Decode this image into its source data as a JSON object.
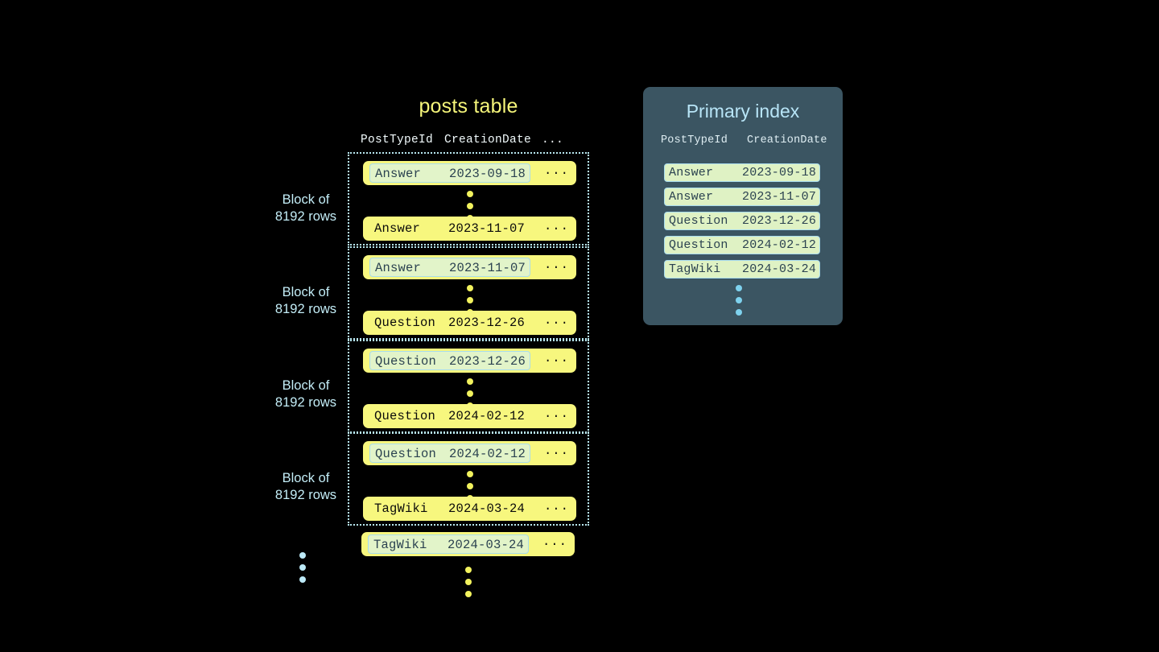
{
  "posts_table": {
    "title": "posts table",
    "columns": [
      "PostTypeId",
      "CreationDate",
      "..."
    ],
    "ellipsis_label": "...",
    "block_label": "Block of\n8192 rows",
    "block_label_line1": "Block of",
    "block_label_line2": "8192 rows",
    "blocks": [
      {
        "label_line1": "Block of",
        "label_line2": "8192 rows",
        "first_row": {
          "post_type_id": "Answer",
          "creation_date": "2023-09-18",
          "more": "...",
          "highlighted": true
        },
        "last_row": {
          "post_type_id": "Answer",
          "creation_date": "2023-11-07",
          "more": "...",
          "highlighted": false
        }
      },
      {
        "label_line1": "Block of",
        "label_line2": "8192 rows",
        "first_row": {
          "post_type_id": "Answer",
          "creation_date": "2023-11-07",
          "more": "...",
          "highlighted": true
        },
        "last_row": {
          "post_type_id": "Question",
          "creation_date": "2023-12-26",
          "more": "...",
          "highlighted": false
        }
      },
      {
        "label_line1": "Block of",
        "label_line2": "8192 rows",
        "first_row": {
          "post_type_id": "Question",
          "creation_date": "2023-12-26",
          "more": "...",
          "highlighted": true
        },
        "last_row": {
          "post_type_id": "Question",
          "creation_date": "2024-02-12",
          "more": "...",
          "highlighted": false
        }
      },
      {
        "label_line1": "Block of",
        "label_line2": "8192 rows",
        "first_row": {
          "post_type_id": "Question",
          "creation_date": "2024-02-12",
          "more": "...",
          "highlighted": true
        },
        "last_row": {
          "post_type_id": "TagWiki",
          "creation_date": "2024-03-24",
          "more": "...",
          "highlighted": false
        }
      }
    ],
    "trailing_row": {
      "post_type_id": "TagWiki",
      "creation_date": "2024-03-24",
      "more": "...",
      "highlighted": true
    }
  },
  "primary_index": {
    "title": "Primary index",
    "columns": [
      "PostTypeId",
      "CreationDate"
    ],
    "rows": [
      {
        "post_type_id": "Answer",
        "creation_date": "2023-09-18"
      },
      {
        "post_type_id": "Answer",
        "creation_date": "2023-11-07"
      },
      {
        "post_type_id": "Question",
        "creation_date": "2023-12-26"
      },
      {
        "post_type_id": "Question",
        "creation_date": "2024-02-12"
      },
      {
        "post_type_id": "TagWiki",
        "creation_date": "2024-03-24"
      }
    ]
  },
  "colors": {
    "background": "#000000",
    "row_yellow": "#f7f77e",
    "highlight_green": "#e2f4c9",
    "highlight_border": "#a8dced",
    "dotted_border": "#b8e7f0",
    "posts_title": "#f5f57a",
    "index_panel_bg": "#3b5562",
    "index_title": "#b8e5f7",
    "index_row_bg": "#dff2c4",
    "index_text": "#2b4250",
    "label_cyan": "#c3edf7",
    "dot_yellow": "#f2f25e",
    "dot_blue": "#bce9f7"
  }
}
